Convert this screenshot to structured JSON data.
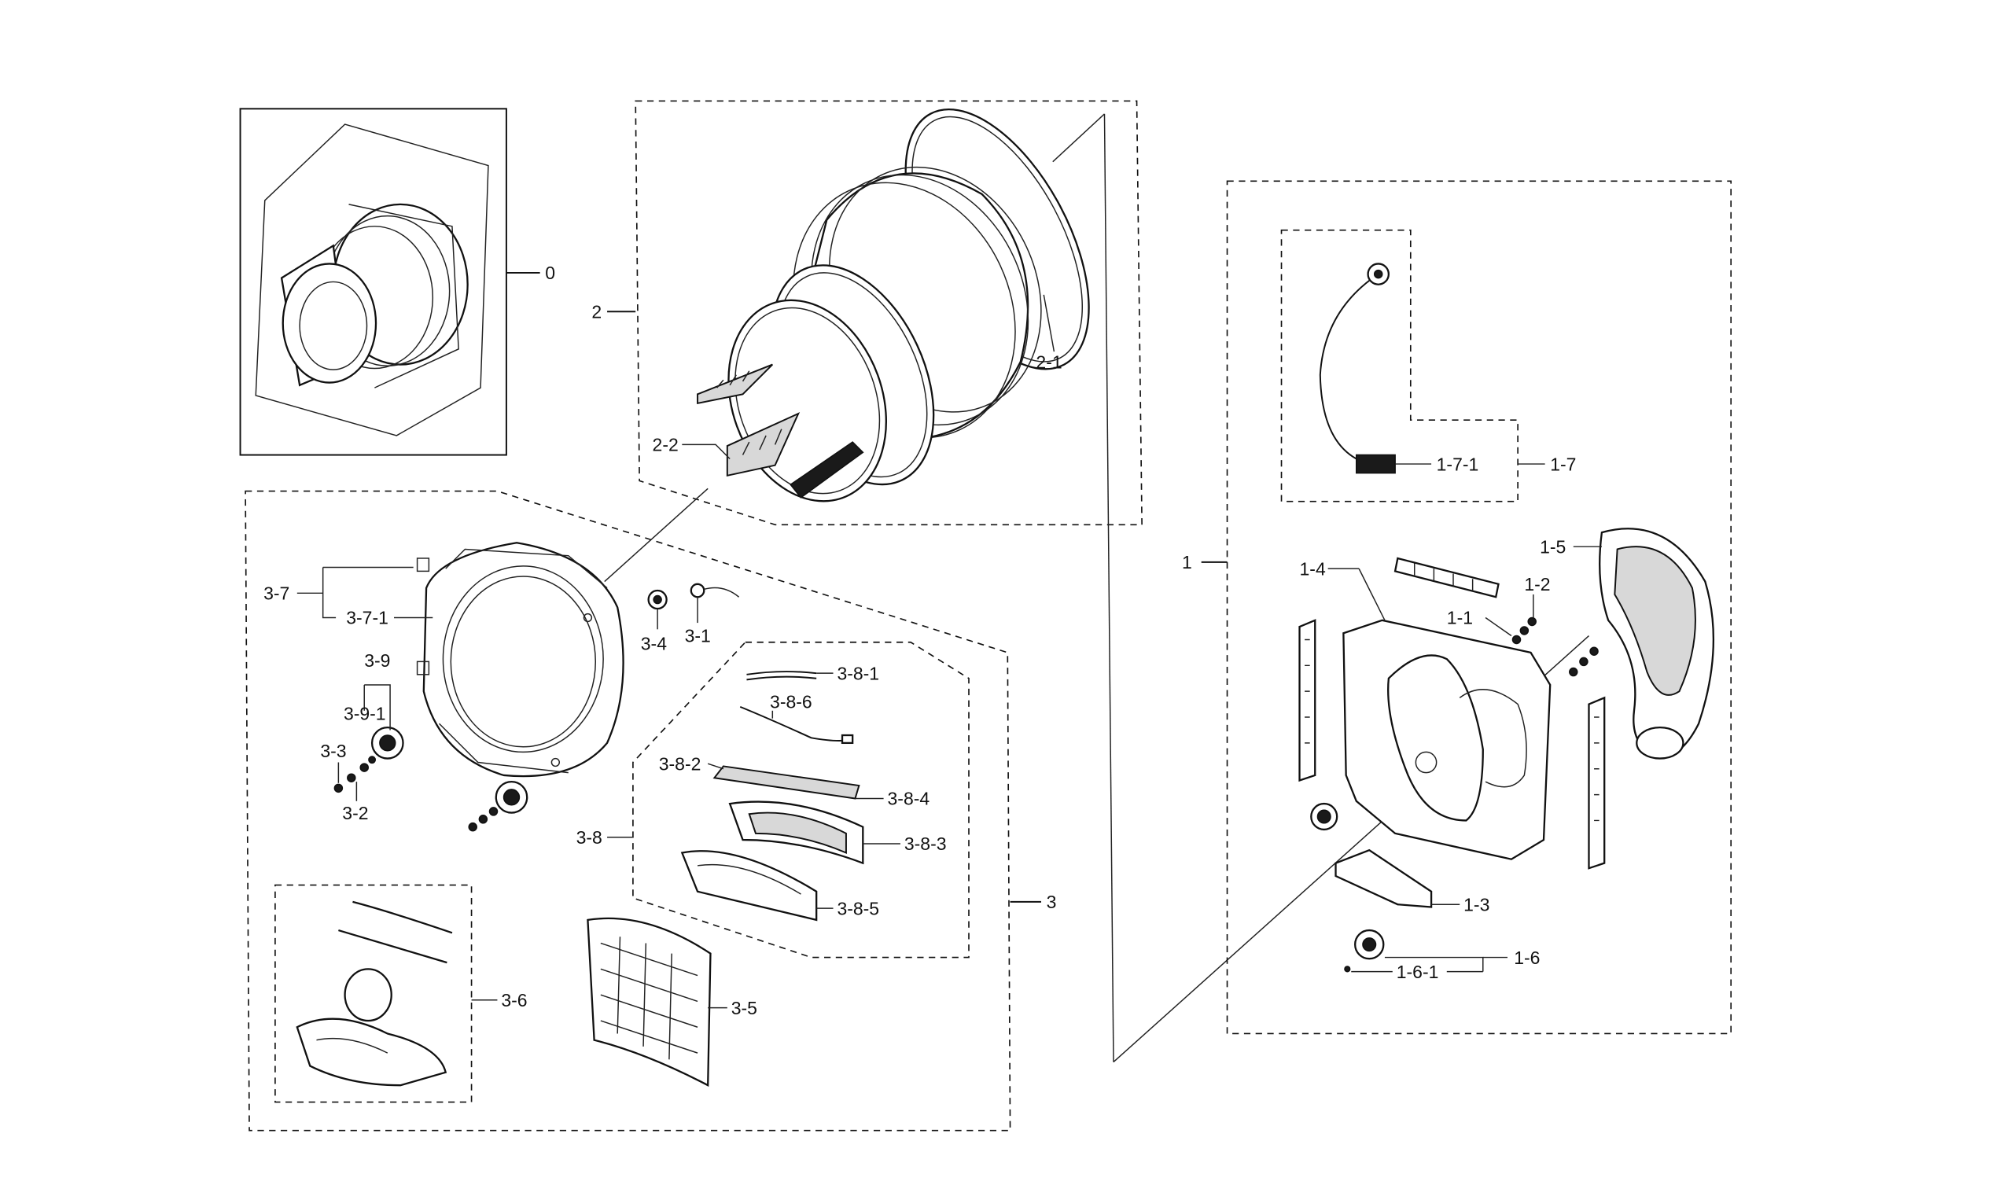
{
  "labels": {
    "l0": "0",
    "l1": "1",
    "l1_1": "1-1",
    "l1_2": "1-2",
    "l1_3": "1-3",
    "l1_4": "1-4",
    "l1_5": "1-5",
    "l1_6": "1-6",
    "l1_6_1": "1-6-1",
    "l1_7": "1-7",
    "l1_7_1": "1-7-1",
    "l2": "2",
    "l2_1": "2-1",
    "l2_2": "2-2",
    "l3": "3",
    "l3_1": "3-1",
    "l3_2": "3-2",
    "l3_3": "3-3",
    "l3_4": "3-4",
    "l3_5": "3-5",
    "l3_6": "3-6",
    "l3_7": "3-7",
    "l3_7_1": "3-7-1",
    "l3_8": "3-8",
    "l3_8_1": "3-8-1",
    "l3_8_2": "3-8-2",
    "l3_8_3": "3-8-3",
    "l3_8_4": "3-8-4",
    "l3_8_5": "3-8-5",
    "l3_8_6": "3-8-6",
    "l3_9": "3-9",
    "l3_9_1": "3-9-1"
  }
}
